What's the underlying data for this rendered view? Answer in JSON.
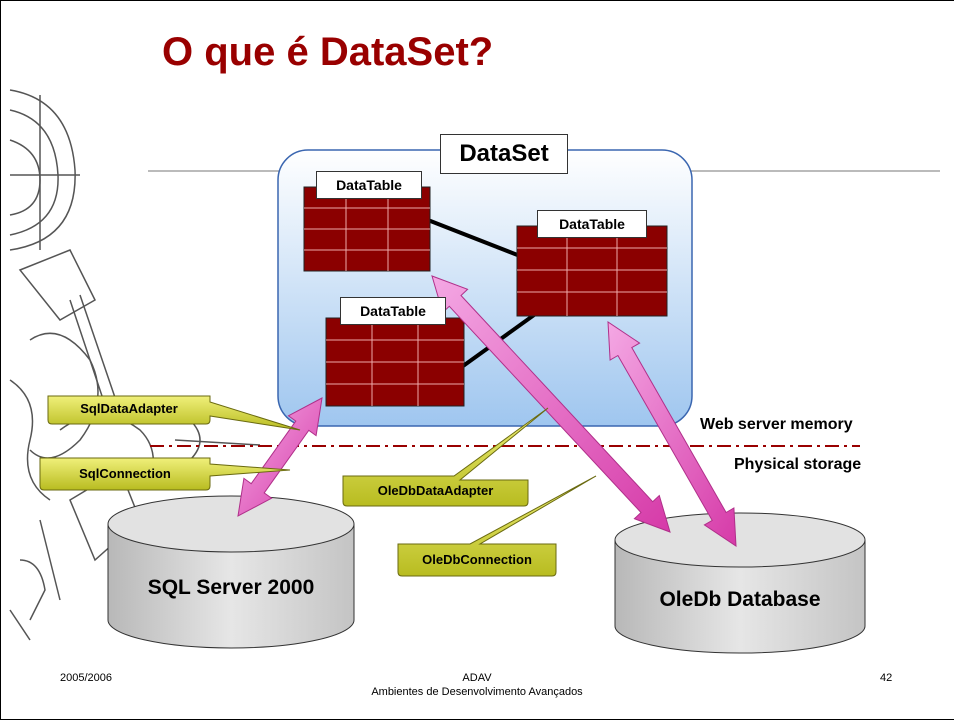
{
  "slide": {
    "title": "O que é DataSet?",
    "footer_left": "2005/2006",
    "footer_center_line1": "ADAV",
    "footer_center_line2": "Ambientes de Desenvolvimento Avançados",
    "footer_right": "42"
  },
  "diagram": {
    "dataset_label": "DataSet",
    "datatables": [
      "DataTable",
      "DataTable",
      "DataTable"
    ],
    "callouts": {
      "sql_adapter": "SqlDataAdapter",
      "sql_connection": "SqlConnection",
      "oledb_adapter": "OleDbDataAdapter",
      "oledb_connection": "OleDbConnection"
    },
    "memory_label": "Web server memory",
    "storage_label": "Physical storage",
    "databases": [
      "SQL Server 2000",
      "OleDb Database"
    ],
    "colors": {
      "title": "#990000",
      "table": "#8b0000",
      "arrow": "#e060c0",
      "callout": "#c8cc30",
      "dataset_fill": "#dbe9fb",
      "boundary": "#990000"
    }
  }
}
